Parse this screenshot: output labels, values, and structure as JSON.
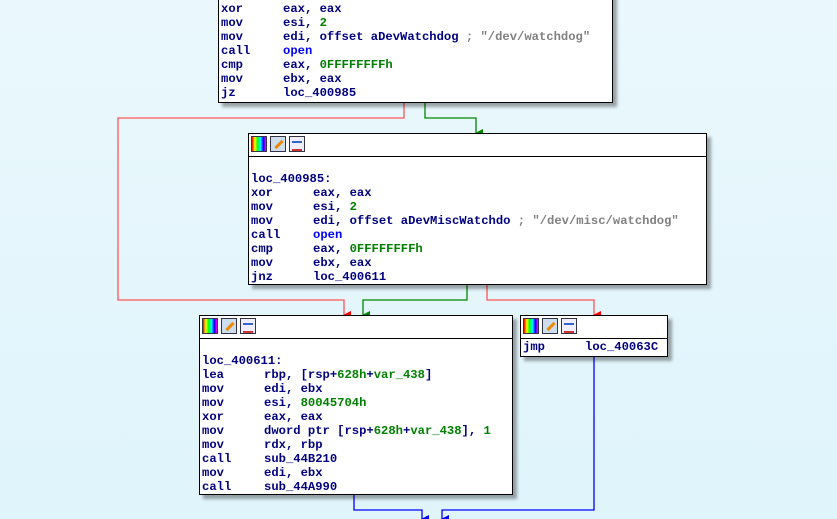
{
  "edge_colors": {
    "taken_false": "#ff0000",
    "taken_true": "#008000",
    "unconditional": "#0000ff"
  },
  "blocks": [
    {
      "id": "b1",
      "icons": [],
      "lines": [
        {
          "mn": "xor",
          "ops": [
            [
              "eax, eax",
              "r"
            ]
          ]
        },
        {
          "mn": "mov",
          "ops": [
            [
              "esi, ",
              "r"
            ],
            [
              "2",
              "num"
            ]
          ]
        },
        {
          "mn": "mov",
          "ops": [
            [
              "edi, offset aDevWatchdog ",
              "r"
            ],
            [
              "; \"/dev/watchdog\"",
              "cm"
            ]
          ]
        },
        {
          "mn": "call",
          "ops": [
            [
              "open",
              "fn"
            ]
          ]
        },
        {
          "mn": "cmp",
          "ops": [
            [
              "eax, ",
              "r"
            ],
            [
              "0FFFFFFFFh",
              "num"
            ]
          ]
        },
        {
          "mn": "mov",
          "ops": [
            [
              "ebx, eax",
              "r"
            ]
          ]
        },
        {
          "mn": "jz",
          "ops": [
            [
              "loc_400985",
              "r"
            ]
          ]
        }
      ]
    },
    {
      "id": "b2",
      "icons": [
        "color-icon",
        "rename-icon",
        "xrefs-icon"
      ],
      "label": "loc_400985:",
      "lines": [
        {
          "mn": "xor",
          "ops": [
            [
              "eax, eax",
              "r"
            ]
          ]
        },
        {
          "mn": "mov",
          "ops": [
            [
              "esi, ",
              "r"
            ],
            [
              "2",
              "num"
            ]
          ]
        },
        {
          "mn": "mov",
          "ops": [
            [
              "edi, offset aDevMiscWatchdo ",
              "r"
            ],
            [
              "; \"/dev/misc/watchdog\"",
              "cm"
            ]
          ]
        },
        {
          "mn": "call",
          "ops": [
            [
              "open",
              "fn"
            ]
          ]
        },
        {
          "mn": "cmp",
          "ops": [
            [
              "eax, ",
              "r"
            ],
            [
              "0FFFFFFFFh",
              "num"
            ]
          ]
        },
        {
          "mn": "mov",
          "ops": [
            [
              "ebx, eax",
              "r"
            ]
          ]
        },
        {
          "mn": "jnz",
          "ops": [
            [
              "loc_400611",
              "r"
            ]
          ]
        }
      ]
    },
    {
      "id": "b3",
      "icons": [
        "color-icon",
        "rename-icon",
        "xrefs-icon"
      ],
      "label": "loc_400611:",
      "lines": [
        {
          "mn": "lea",
          "ops": [
            [
              "rbp, [rsp+",
              "r"
            ],
            [
              "628h",
              "num"
            ],
            [
              "+",
              "r"
            ],
            [
              "var_438",
              "num"
            ],
            [
              "]",
              "r"
            ]
          ]
        },
        {
          "mn": "mov",
          "ops": [
            [
              "edi, ebx",
              "r"
            ]
          ]
        },
        {
          "mn": "mov",
          "ops": [
            [
              "esi, ",
              "r"
            ],
            [
              "80045704h",
              "num"
            ]
          ]
        },
        {
          "mn": "xor",
          "ops": [
            [
              "eax, eax",
              "r"
            ]
          ]
        },
        {
          "mn": "mov",
          "ops": [
            [
              "dword ptr [rsp+",
              "r"
            ],
            [
              "628h",
              "num"
            ],
            [
              "+",
              "r"
            ],
            [
              "var_438",
              "num"
            ],
            [
              "], ",
              "r"
            ],
            [
              "1",
              "num"
            ]
          ]
        },
        {
          "mn": "mov",
          "ops": [
            [
              "rdx, rbp",
              "r"
            ]
          ]
        },
        {
          "mn": "call",
          "ops": [
            [
              "sub_44B210",
              "r"
            ]
          ]
        },
        {
          "mn": "mov",
          "ops": [
            [
              "edi, ebx",
              "r"
            ]
          ]
        },
        {
          "mn": "call",
          "ops": [
            [
              "sub_44A990",
              "r"
            ]
          ]
        }
      ]
    },
    {
      "id": "b4",
      "icons": [
        "color-icon",
        "rename-icon",
        "xrefs-icon"
      ],
      "lines": [
        {
          "mn": "jmp",
          "ops": [
            [
              "loc_40063C",
              "r"
            ]
          ]
        }
      ]
    }
  ]
}
